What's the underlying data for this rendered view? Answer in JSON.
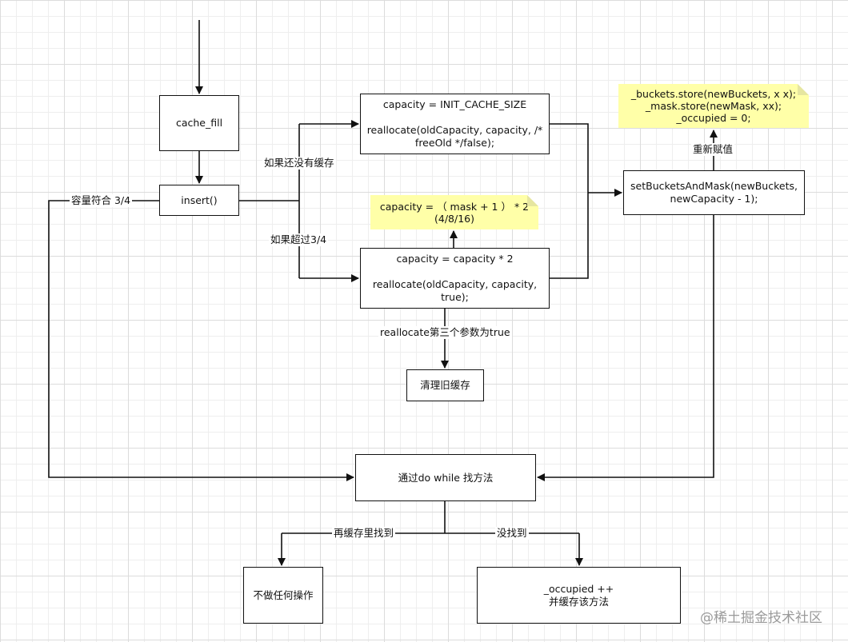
{
  "nodes": {
    "cache_fill": "cache_fill",
    "insert": "insert()",
    "init_lines": [
      "capacity = INIT_CACHE_SIZE",
      "",
      "reallocate(oldCapacity, capacity, /*",
      "freeOld */false);"
    ],
    "double_lines": [
      "capacity = capacity * 2",
      "",
      "reallocate(oldCapacity, capacity,",
      "true);"
    ],
    "set_lines": [
      "setBucketsAndMask(newBuckets,",
      "newCapacity - 1);"
    ],
    "clear": "清理旧缓存",
    "search": "通过do while 找方法",
    "no_op": "不做任何操作",
    "occupied_lines": [
      "_occupied ++",
      "并缓存该方法"
    ]
  },
  "notes": {
    "buckets_lines": [
      "_buckets.store(newBuckets, x x);",
      "_mask.store(newMask, xx);",
      "_occupied = 0;"
    ],
    "capacity_lines": [
      "capacity = （ mask + 1 ） * 2",
      "(4/8/16)"
    ]
  },
  "edge_labels": {
    "no_cache": "如果还没有缓存",
    "over_threshold": "如果超过3/4",
    "within_threshold": "容量符合 3/4",
    "reassign": "重新赋值",
    "third_param": "reallocate第三个参数为true",
    "found": "再缓存里找到",
    "not_found": "没找到"
  },
  "watermark": "@稀土掘金技术社区",
  "colors": {
    "note_fill": "#ffffa8",
    "line": "#111111"
  }
}
